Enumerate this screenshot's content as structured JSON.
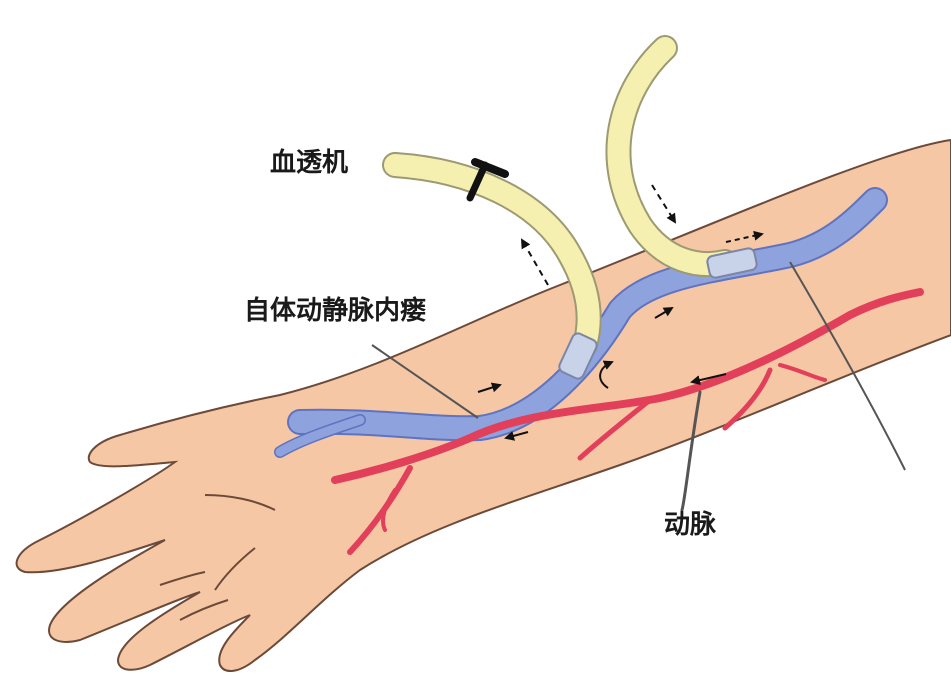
{
  "labels": {
    "dialysis_machine": "血透机",
    "av_fistula": "自体动静脉内瘘",
    "artery": "动脉"
  },
  "colors": {
    "skin": "#f6c7a4",
    "skin_outline": "#6b4a3a",
    "vein": "#8ea2dd",
    "artery": "#e2405a",
    "tubing": "#f5f0b0",
    "tubing_outline": "#9c9a72",
    "needle": "#c8d2e8",
    "arrow": "#111111"
  }
}
